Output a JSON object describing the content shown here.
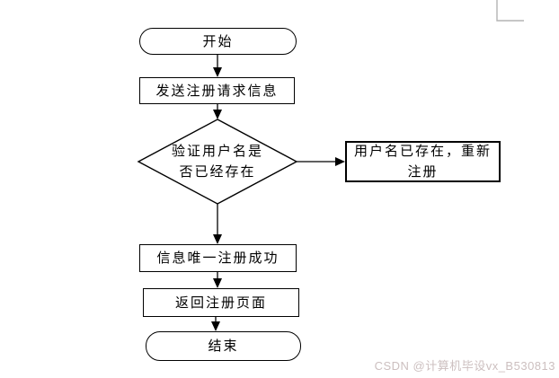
{
  "diagram": {
    "type": "flowchart",
    "nodes": {
      "start": {
        "shape": "terminator",
        "label": "开始"
      },
      "send_request": {
        "shape": "process",
        "label": "发送注册请求信息"
      },
      "verify_username": {
        "shape": "decision",
        "label": "验证用户名是\n否已经存在"
      },
      "username_exists": {
        "shape": "process",
        "label": "用户名已存在，重新\n注册"
      },
      "unique_success": {
        "shape": "process",
        "label": "信息唯一注册成功"
      },
      "return_page": {
        "shape": "process",
        "label": "返回注册页面"
      },
      "end": {
        "shape": "terminator",
        "label": "结束"
      }
    },
    "edges": [
      {
        "from": "start",
        "to": "send_request"
      },
      {
        "from": "send_request",
        "to": "verify_username"
      },
      {
        "from": "verify_username",
        "to": "username_exists"
      },
      {
        "from": "verify_username",
        "to": "unique_success"
      },
      {
        "from": "unique_success",
        "to": "return_page"
      },
      {
        "from": "return_page",
        "to": "end"
      }
    ],
    "colors": {
      "background": "#ffffff",
      "line": "#000000",
      "node_border": "#000000",
      "node_fill": "#ffffff",
      "artifact_line": "#b4b4b4",
      "watermark": "#ccbfbf"
    }
  },
  "watermark": {
    "text": "CSDN @计算机毕设vx_B530813"
  }
}
